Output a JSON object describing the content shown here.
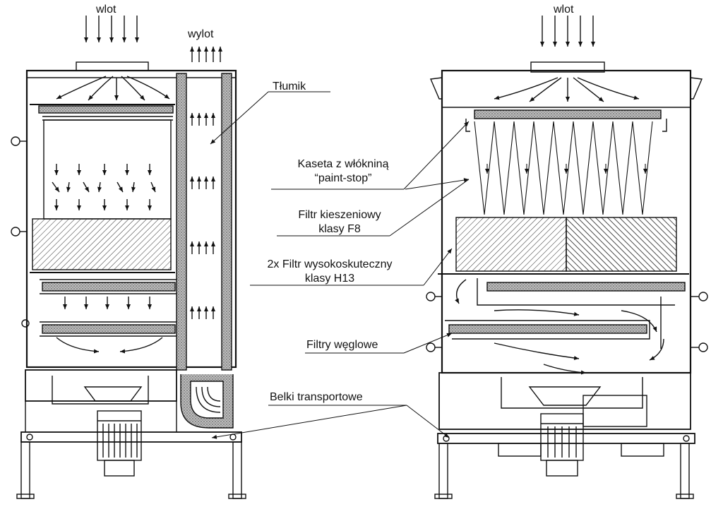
{
  "left_unit": {
    "inlet_label": "wlot",
    "outlet_label": "wylot"
  },
  "right_unit": {
    "inlet_label": "wlot"
  },
  "callouts": {
    "silencer": "Tłumik",
    "cassette_line1": "Kaseta z włókniną",
    "cassette_line2": "“paint-stop”",
    "pocket_line1": "Filtr kieszeniowy",
    "pocket_line2": "klasy F8",
    "hepa_line1": "2x Filtr wysokoskuteczny",
    "hepa_line2": "klasy H13",
    "carbon": "Filtry węglowe",
    "beams": "Belki transportowe"
  }
}
